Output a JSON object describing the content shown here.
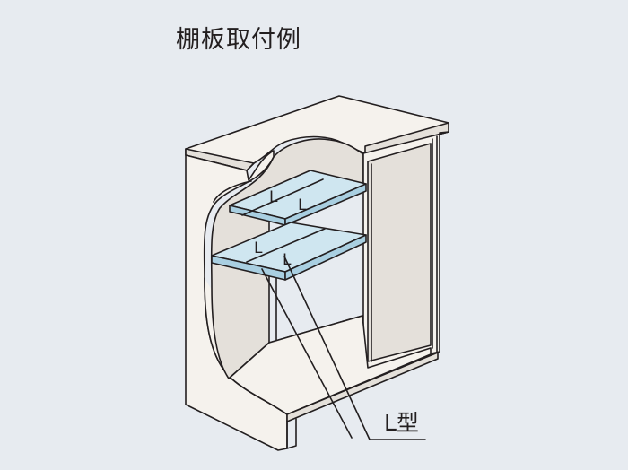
{
  "title": "棚板取付例",
  "callout": {
    "label": "L型"
  },
  "bracket_marks": [
    "L",
    "L",
    "L",
    "L"
  ]
}
